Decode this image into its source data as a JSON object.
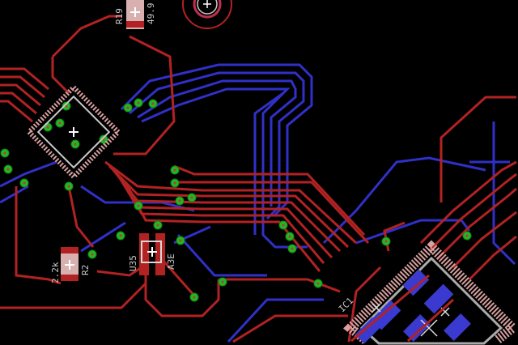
{
  "layers": {
    "top_color": "#b22222",
    "bottom_color": "#3030c8",
    "via_color": "#22b822",
    "silk_color": "#c8c8c8"
  },
  "labels": {
    "r19_name": "R19",
    "r19_value": "49.9",
    "r2_name": "R2",
    "r2_value": "2.2k",
    "u35_name": "U35",
    "u35_value": "A3E",
    "ic1_name": "IC1"
  }
}
